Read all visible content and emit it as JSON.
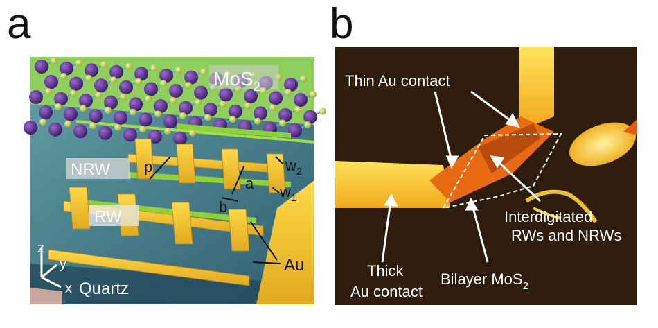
{
  "panels": {
    "a": {
      "letter": "a",
      "mos2_label": "MoS",
      "mos2_sub": "2",
      "nrw_label": "NRW",
      "rw_label": "RW",
      "p_label": "p",
      "a_label": "a",
      "b_label": "b",
      "w2_label": "w",
      "w2_sub": "2",
      "w1_label": "w",
      "w1_sub": "1",
      "au_label": "Au",
      "axis_z": "z",
      "axis_y": "y",
      "axis_x": "x",
      "quartz_label": "Quartz"
    },
    "b": {
      "letter": "b",
      "thin_contact": "Thin Au contact",
      "interdigitated_line1": "Interdigitated",
      "interdigitated_line2": "RWs and NRWs",
      "thick_line1": "Thick",
      "thick_line2": "Au contact",
      "bilayer_label": "Bilayer MoS",
      "bilayer_sub": "2"
    }
  },
  "colors": {
    "gold": "#f2c230",
    "green": "#8fd13a",
    "substrate": "#4f8a92",
    "mo_atom": "#5a2d8c",
    "s_atom": "#d7e36a",
    "dark_bg": "#2a1a0c",
    "orange": "#f07a1e"
  }
}
